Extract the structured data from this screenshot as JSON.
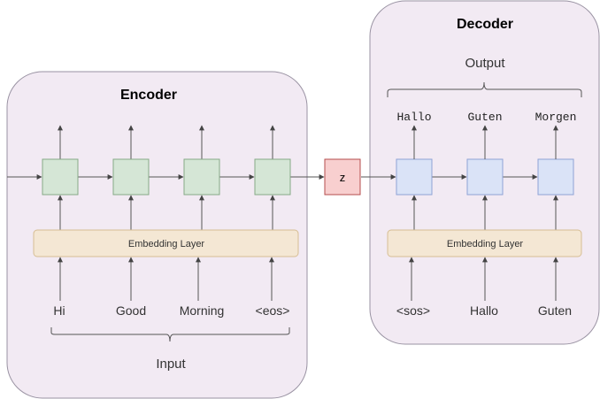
{
  "encoder": {
    "title": "Encoder",
    "embedding_label": "Embedding Layer",
    "inputs": [
      "Hi",
      "Good",
      "Morning",
      "<eos>"
    ],
    "group_label": "Input"
  },
  "latent": {
    "label": "z"
  },
  "decoder": {
    "title": "Decoder",
    "embedding_label": "Embedding Layer",
    "inputs": [
      "<sos>",
      "Hallo",
      "Guten"
    ],
    "outputs": [
      "Hallo",
      "Guten",
      "Morgen"
    ],
    "group_label": "Output"
  },
  "colors": {
    "panel_fill": "#f2eaf3",
    "panel_stroke": "#9a93a3",
    "encoder_cell_fill": "#d5e6d6",
    "encoder_cell_stroke": "#86a987",
    "decoder_cell_fill": "#dae3f7",
    "decoder_cell_stroke": "#8fa3d6",
    "embedding_fill": "#f4e7d4",
    "embedding_stroke": "#d6bd93",
    "z_fill": "#f8cfcf",
    "z_stroke": "#b44d4d",
    "arrow": "#555555"
  }
}
